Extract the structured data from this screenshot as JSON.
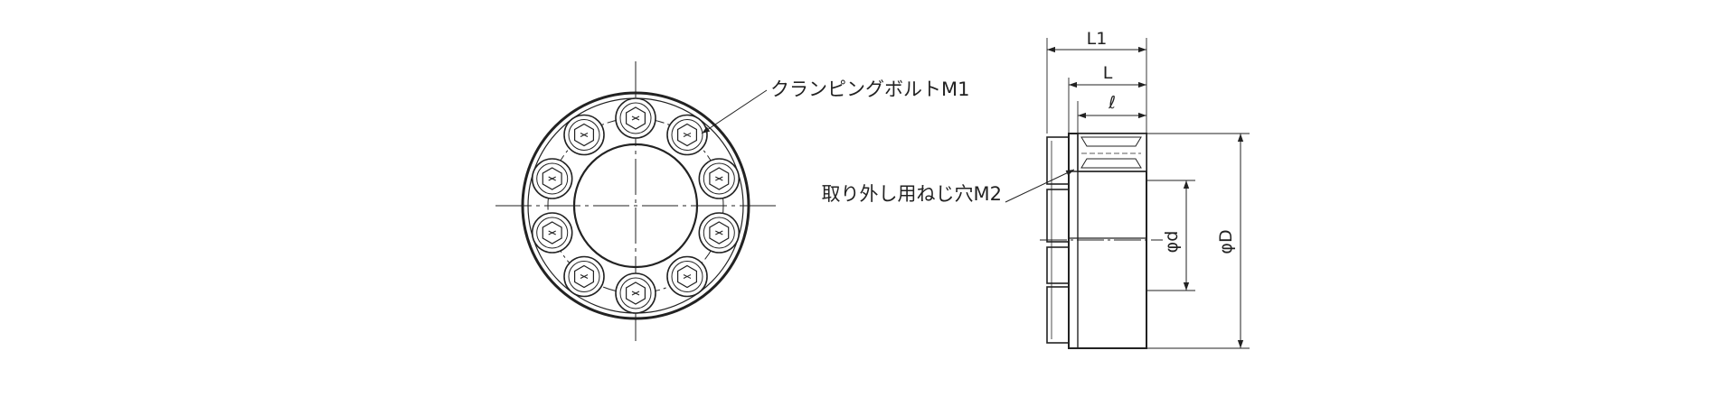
{
  "front_view": {
    "callout_bolt": "クランピングボルトM1"
  },
  "side_view": {
    "callout_hole": "取り外し用ねじ穴M2",
    "dim_L1": "L1",
    "dim_L": "L",
    "dim_l": "ℓ",
    "dim_d": "φd",
    "dim_D": "φD"
  }
}
